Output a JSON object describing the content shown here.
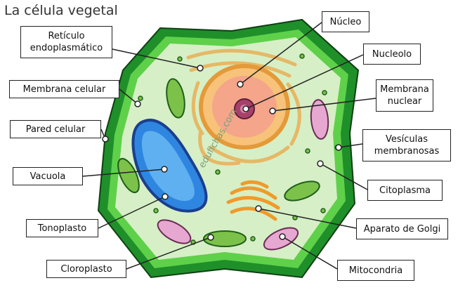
{
  "title": "La célula vegetal",
  "watermark": "edufichas.com",
  "colors": {
    "cell_wall": "#1f8f2a",
    "membrane": "#5fd04a",
    "cytoplasm": "#d6efc6",
    "vacuole": "#2f86e0",
    "nucleus": "#f4a58a",
    "nucleolus": "#a8416a",
    "reticulum": "#f3d79a",
    "golgi": "#f09a2a",
    "chloroplast": "#7cc24a",
    "mitochondria": "#e6a8d0"
  },
  "labels": {
    "reticulo": "Retículo\nendoplasmático",
    "membrana_celular": "Membrana celular",
    "pared_celular": "Pared celular",
    "vacuola": "Vacuola",
    "tonoplasto": "Tonoplasto",
    "cloroplasto": "Cloroplasto",
    "nucleo": "Núcleo",
    "nucleolo": "Nucleolo",
    "membrana_nuclear": "Membrana\nnuclear",
    "vesiculas": "Vesículas\nmembranosas",
    "citoplasma": "Citoplasma",
    "golgi": "Aparato de Golgi",
    "mitocondria": "Mitocondria"
  }
}
